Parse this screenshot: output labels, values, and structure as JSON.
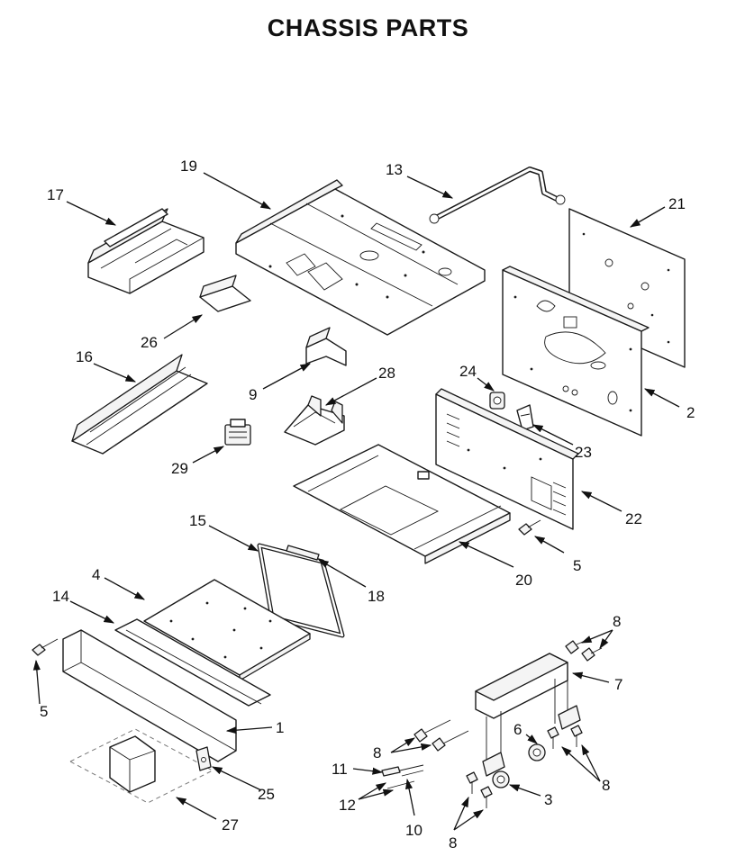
{
  "title": "CHASSIS PARTS",
  "callouts": [
    {
      "id": "c17",
      "label": "17"
    },
    {
      "id": "c19",
      "label": "19"
    },
    {
      "id": "c13",
      "label": "13"
    },
    {
      "id": "c21",
      "label": "21"
    },
    {
      "id": "c26",
      "label": "26"
    },
    {
      "id": "c16",
      "label": "16"
    },
    {
      "id": "c9",
      "label": "9"
    },
    {
      "id": "c28",
      "label": "28"
    },
    {
      "id": "c24",
      "label": "24"
    },
    {
      "id": "c2",
      "label": "2"
    },
    {
      "id": "c23",
      "label": "23"
    },
    {
      "id": "c29",
      "label": "29"
    },
    {
      "id": "c22",
      "label": "22"
    },
    {
      "id": "c15",
      "label": "15"
    },
    {
      "id": "c5a",
      "label": "5"
    },
    {
      "id": "c20",
      "label": "20"
    },
    {
      "id": "c18",
      "label": "18"
    },
    {
      "id": "c4",
      "label": "4"
    },
    {
      "id": "c14",
      "label": "14"
    },
    {
      "id": "c8a",
      "label": "8"
    },
    {
      "id": "c7",
      "label": "7"
    },
    {
      "id": "c5b",
      "label": "5"
    },
    {
      "id": "c1",
      "label": "1"
    },
    {
      "id": "c6",
      "label": "6"
    },
    {
      "id": "c8b",
      "label": "8"
    },
    {
      "id": "c8c",
      "label": "8"
    },
    {
      "id": "c11",
      "label": "11"
    },
    {
      "id": "c25",
      "label": "25"
    },
    {
      "id": "c3",
      "label": "3"
    },
    {
      "id": "c12",
      "label": "12"
    },
    {
      "id": "c27",
      "label": "27"
    },
    {
      "id": "c10",
      "label": "10"
    },
    {
      "id": "c8d",
      "label": "8"
    }
  ]
}
